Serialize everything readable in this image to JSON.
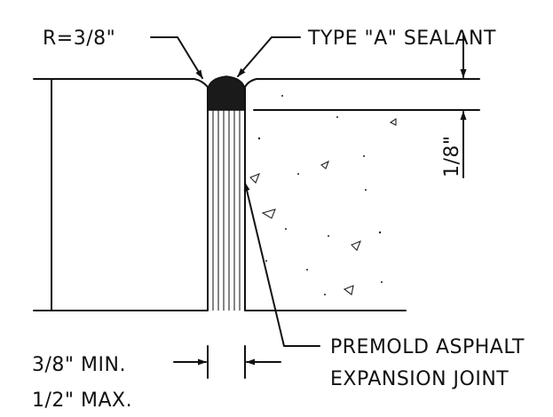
{
  "labels": {
    "radius": "R=3/8\"",
    "sealant": "TYPE \"A\" SEALANT",
    "depth": "1/8\"",
    "filler_line1": "PREMOLD ASPHALT",
    "filler_line2": "EXPANSION JOINT",
    "width_line1": "3/8\" MIN.",
    "width_line2": "1/2\" MAX."
  },
  "colors": {
    "ink": "#111111",
    "background": "#ffffff"
  }
}
